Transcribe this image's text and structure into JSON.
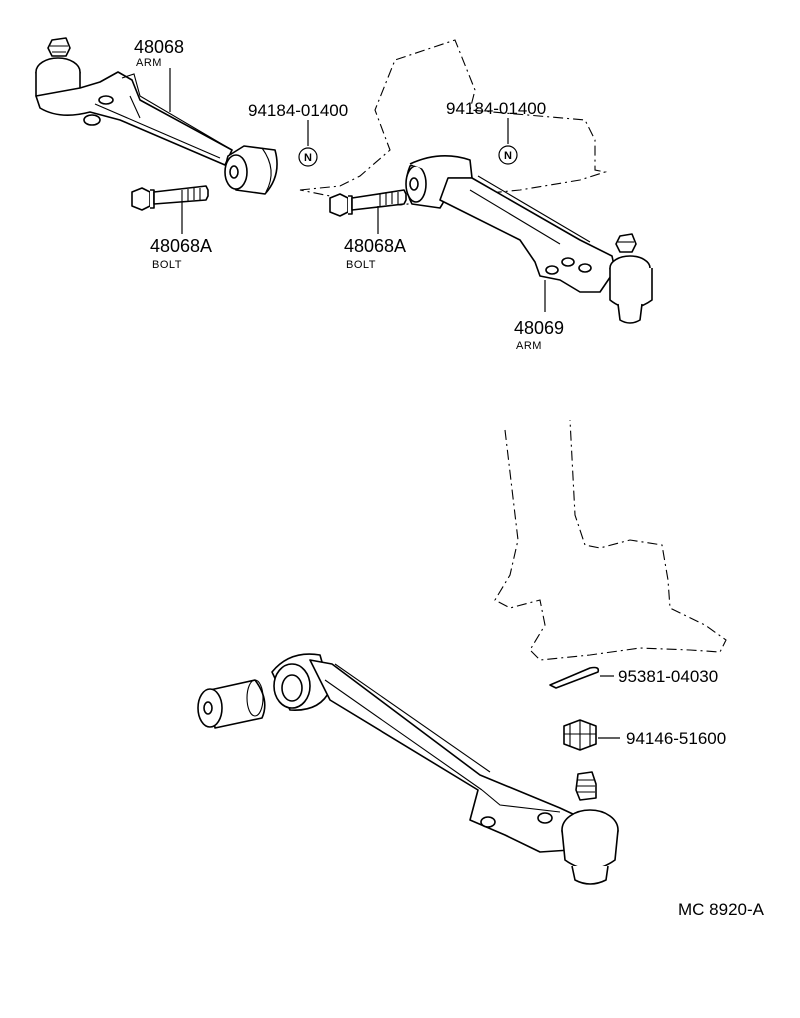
{
  "labels": {
    "arm_left_number": "48068",
    "arm_left_name": "ARM",
    "nut_left_number": "94184-01400",
    "nut_right_number": "94184-01400",
    "nut_left_symbol": "N",
    "nut_right_symbol": "N",
    "bolt_left_number": "48068A",
    "bolt_left_name": "BOLT",
    "bolt_right_number": "48068A",
    "bolt_right_name": "BOLT",
    "arm_right_number": "48069",
    "arm_right_name": "ARM",
    "cotter_pin_number": "95381-04030",
    "castle_nut_number": "94146-51600",
    "diagram_code": "MC 8920-A"
  }
}
